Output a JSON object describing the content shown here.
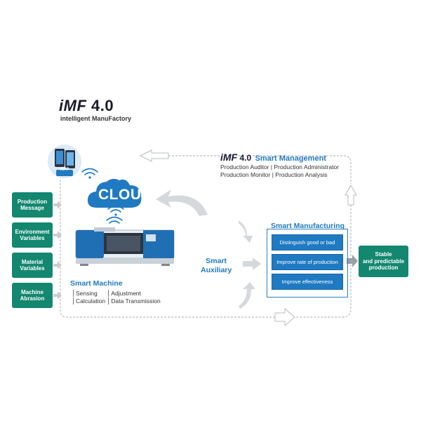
{
  "logo": {
    "brand": "iMF",
    "version": "4.0",
    "subtitle": "intelligent ManuFactory"
  },
  "management": {
    "brand": "iMF",
    "version": "4.0",
    "title": "Smart Management",
    "line1": "Production Auditor | Production Administrator",
    "line2": "Production Monitor | Production Analysis"
  },
  "inputs": [
    {
      "line1": "Production",
      "line2": "Message"
    },
    {
      "line1": "Environment",
      "line2": "Variables"
    },
    {
      "line1": "Material",
      "line2": "Variables"
    },
    {
      "line1": "Machine",
      "line2": "Abrasion"
    }
  ],
  "app": {
    "label": "APP"
  },
  "cloud": {
    "label": "CLOUD"
  },
  "machine": {
    "title": "Smart Machine",
    "cap1": "Sensing",
    "cap2": "Adjustment",
    "cap3": "Calculation",
    "cap4": "Data Transmission"
  },
  "auxiliary": {
    "line1": "Smart",
    "line2": "Auxiliary"
  },
  "manufacturing": {
    "title": "Smart Manufacturing",
    "items": [
      "Distinguish good or bad",
      "Improve rate of production",
      "Improve effectiveness"
    ]
  },
  "output": {
    "line1": "Stable",
    "line2": "and predictable",
    "line3": "production"
  },
  "colors": {
    "accent_blue": "#1f7ac2",
    "box_green": "#13876f",
    "arrow_gray": "#c9cdd1"
  }
}
